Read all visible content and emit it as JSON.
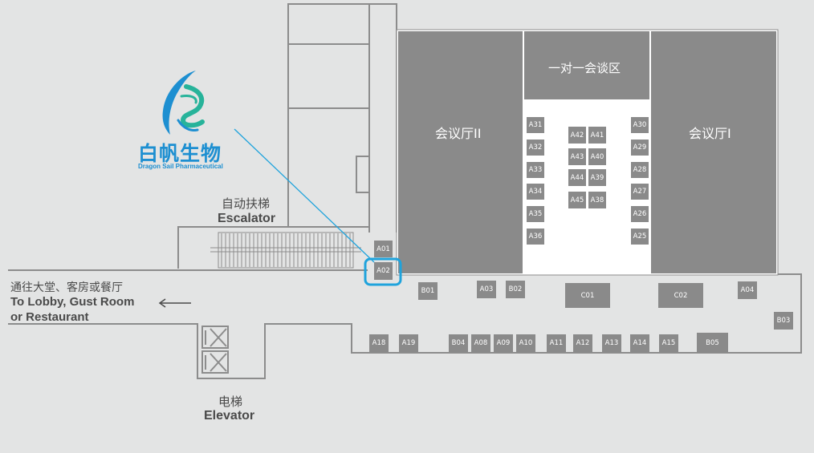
{
  "logo": {
    "name_cn": "白帆生物",
    "name_en": "Dragon Sail Pharmaceutical",
    "accent": "#1d8fd1",
    "accent2": "#27b39a"
  },
  "halls": {
    "hall_2": "会议厅II",
    "hall_1": "会议厅I",
    "meeting_area": "一对一会谈区"
  },
  "escalator": {
    "cn": "自动扶梯",
    "en": "Escalator"
  },
  "elevator": {
    "cn": "电梯",
    "en": "Elevator"
  },
  "lobby": {
    "cn": "通往大堂、客房或餐厅",
    "en_line1": "To Lobby, Gust Room",
    "en_line2": "or Restaurant",
    "arrow": "←"
  },
  "highlight_booth": "A02",
  "booths": {
    "A01": "A01",
    "A02": "A02",
    "A31": "A31",
    "A32": "A32",
    "A33": "A33",
    "A34": "A34",
    "A35": "A35",
    "A36": "A36",
    "A42": "A42",
    "A41": "A41",
    "A43": "A43",
    "A40": "A40",
    "A44": "A44",
    "A39": "A39",
    "A45": "A45",
    "A38": "A38",
    "A30": "A30",
    "A29": "A29",
    "A28": "A28",
    "A27": "A27",
    "A26": "A26",
    "A25": "A25",
    "B01": "B01",
    "A03": "A03",
    "B02": "B02",
    "C01": "C01",
    "C02": "C02",
    "A04": "A04",
    "B03": "B03",
    "A18": "A18",
    "A19": "A19",
    "B04": "B04",
    "A08": "A08",
    "A09": "A09",
    "A10": "A10",
    "A11": "A11",
    "A12": "A12",
    "A13": "A13",
    "A14": "A14",
    "A15": "A15",
    "B05": "B05"
  },
  "colors": {
    "background": "#e3e4e4",
    "hall": "#8a8a8a",
    "booth": "#8a8a8a",
    "walls": "#8c8c8c",
    "highlight": "#1fa3dc"
  }
}
